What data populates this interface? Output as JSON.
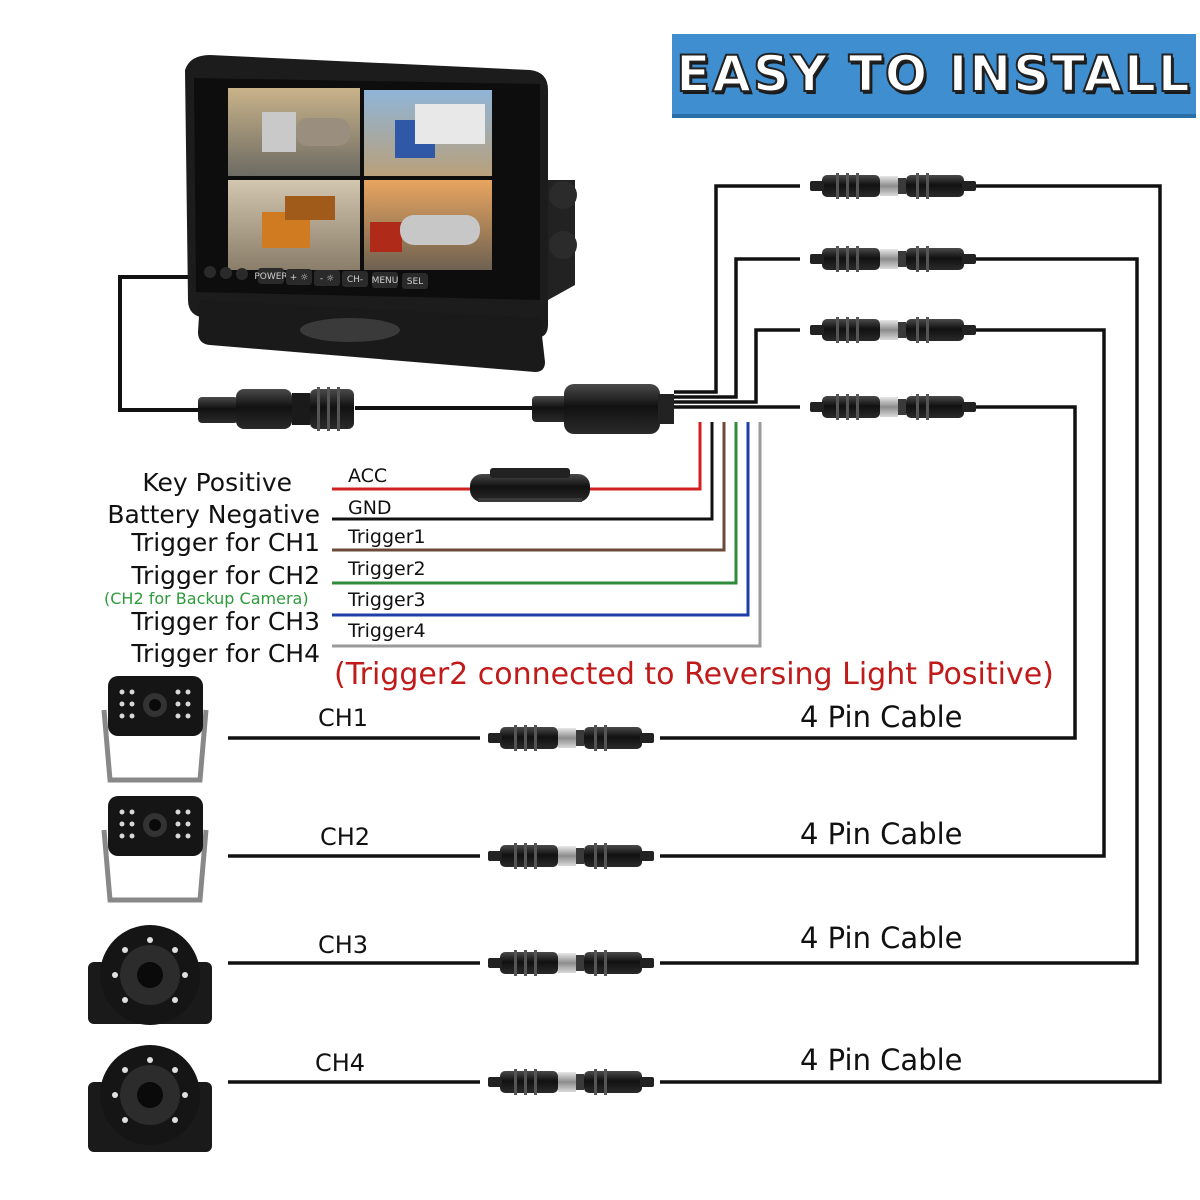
{
  "banner": {
    "title": "EASY TO INSTALL"
  },
  "monitor": {
    "buttons": [
      "POWER",
      "+ ☼",
      "- ☼",
      "CH-",
      "MENU",
      "SEL"
    ]
  },
  "power_labels": [
    {
      "name": "Key Positive",
      "wire": "ACC",
      "color": "#d21f1f"
    },
    {
      "name": "Battery Negative",
      "wire": "GND",
      "color": "#111111"
    },
    {
      "name": "Trigger for CH1",
      "wire": "Trigger1",
      "color": "#6b4a3a"
    },
    {
      "name": "Trigger for CH2",
      "wire": "Trigger2",
      "color": "#2f8a3a"
    },
    {
      "name": "Trigger for CH3",
      "wire": "Trigger3",
      "color": "#1f3fa8"
    },
    {
      "name": "Trigger for CH4",
      "wire": "Trigger4",
      "color": "#9a9a9a"
    }
  ],
  "note": "(CH2 for Backup Camera)",
  "reverse_note": "(Trigger2 connected to Reversing Light Positive)",
  "channels": [
    {
      "label": "CH1",
      "cable": "4 Pin Cable"
    },
    {
      "label": "CH2",
      "cable": "4 Pin Cable"
    },
    {
      "label": "CH3",
      "cable": "4 Pin Cable"
    },
    {
      "label": "CH4",
      "cable": "4 Pin Cable"
    }
  ],
  "icons": {
    "monitor": "quad-monitor-icon",
    "camera_square": "square-camera-icon",
    "camera_round": "dome-camera-icon",
    "connector": "aviation-connector-icon",
    "fuse": "fuse-holder-icon"
  }
}
